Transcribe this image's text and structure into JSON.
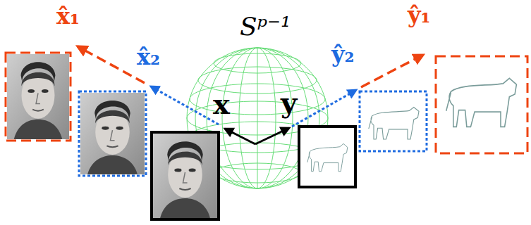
{
  "diagram": {
    "labels": [
      "x̂₁",
      "x̂₂",
      "Sᵖ⁻¹",
      "x",
      "y",
      "ŷ₂",
      "ŷ₁"
    ]
  }
}
